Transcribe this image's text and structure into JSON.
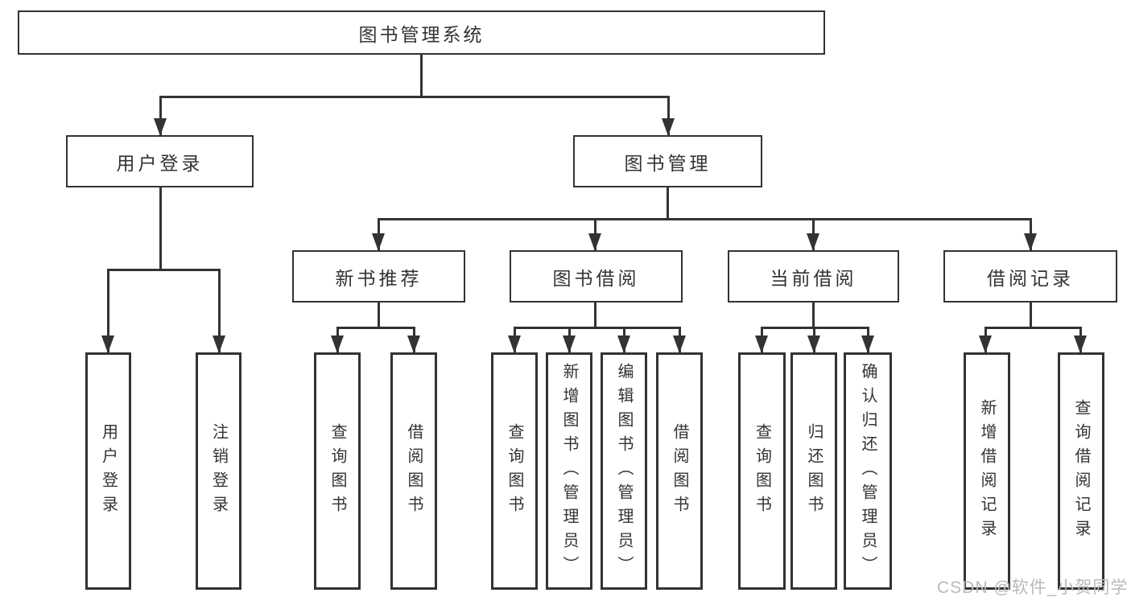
{
  "diagram_type": "hierarchy-tree",
  "nodes": {
    "root": {
      "label": "图书管理系统"
    },
    "level2": [
      {
        "label": "用户登录",
        "parent": "图书管理系统"
      },
      {
        "label": "图书管理",
        "parent": "图书管理系统"
      }
    ],
    "level3": [
      {
        "label": "新书推荐",
        "parent": "图书管理"
      },
      {
        "label": "图书借阅",
        "parent": "图书管理"
      },
      {
        "label": "当前借阅",
        "parent": "图书管理"
      },
      {
        "label": "借阅记录",
        "parent": "图书管理"
      }
    ],
    "leaves": [
      {
        "label": "用户登录",
        "parent": "用户登录"
      },
      {
        "label": "注销登录",
        "parent": "用户登录"
      },
      {
        "label": "查询图书",
        "parent": "新书推荐"
      },
      {
        "label": "借阅图书",
        "parent": "新书推荐"
      },
      {
        "label": "查询图书",
        "parent": "图书借阅"
      },
      {
        "label": "新增图书（管理员）",
        "parent": "图书借阅"
      },
      {
        "label": "编辑图书（管理员）",
        "parent": "图书借阅"
      },
      {
        "label": "借阅图书",
        "parent": "图书借阅"
      },
      {
        "label": "查询图书",
        "parent": "当前借阅"
      },
      {
        "label": "归还图书",
        "parent": "当前借阅"
      },
      {
        "label": "确认归还（管理员）",
        "parent": "当前借阅"
      },
      {
        "label": "新增借阅记录",
        "parent": "借阅记录"
      },
      {
        "label": "查询借阅记录",
        "parent": "借阅记录"
      }
    ]
  },
  "watermark": {
    "text": "CSDN @软件_小贺同学"
  },
  "colors": {
    "line": "#333333",
    "text": "#333333",
    "background": "#ffffff",
    "watermark": "#b9b9b9"
  }
}
